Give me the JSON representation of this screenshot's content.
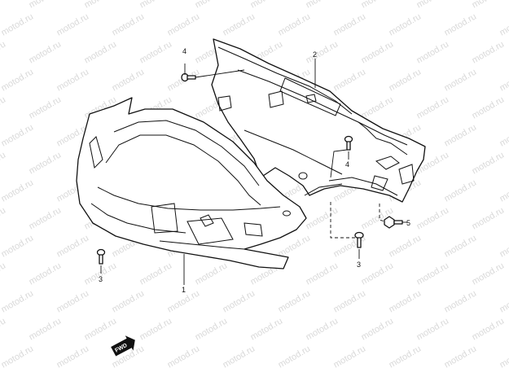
{
  "watermark": {
    "text": "motod.ru"
  },
  "callouts": [
    {
      "id": "callout-1",
      "label": "1"
    },
    {
      "id": "callout-2",
      "label": "2"
    },
    {
      "id": "callout-3-left",
      "label": "3"
    },
    {
      "id": "callout-3-right",
      "label": "3"
    },
    {
      "id": "callout-4-top",
      "label": "4"
    },
    {
      "id": "callout-4-mid",
      "label": "4"
    },
    {
      "id": "callout-5",
      "label": "5"
    }
  ],
  "fwd_badge": {
    "text": "FWD"
  }
}
